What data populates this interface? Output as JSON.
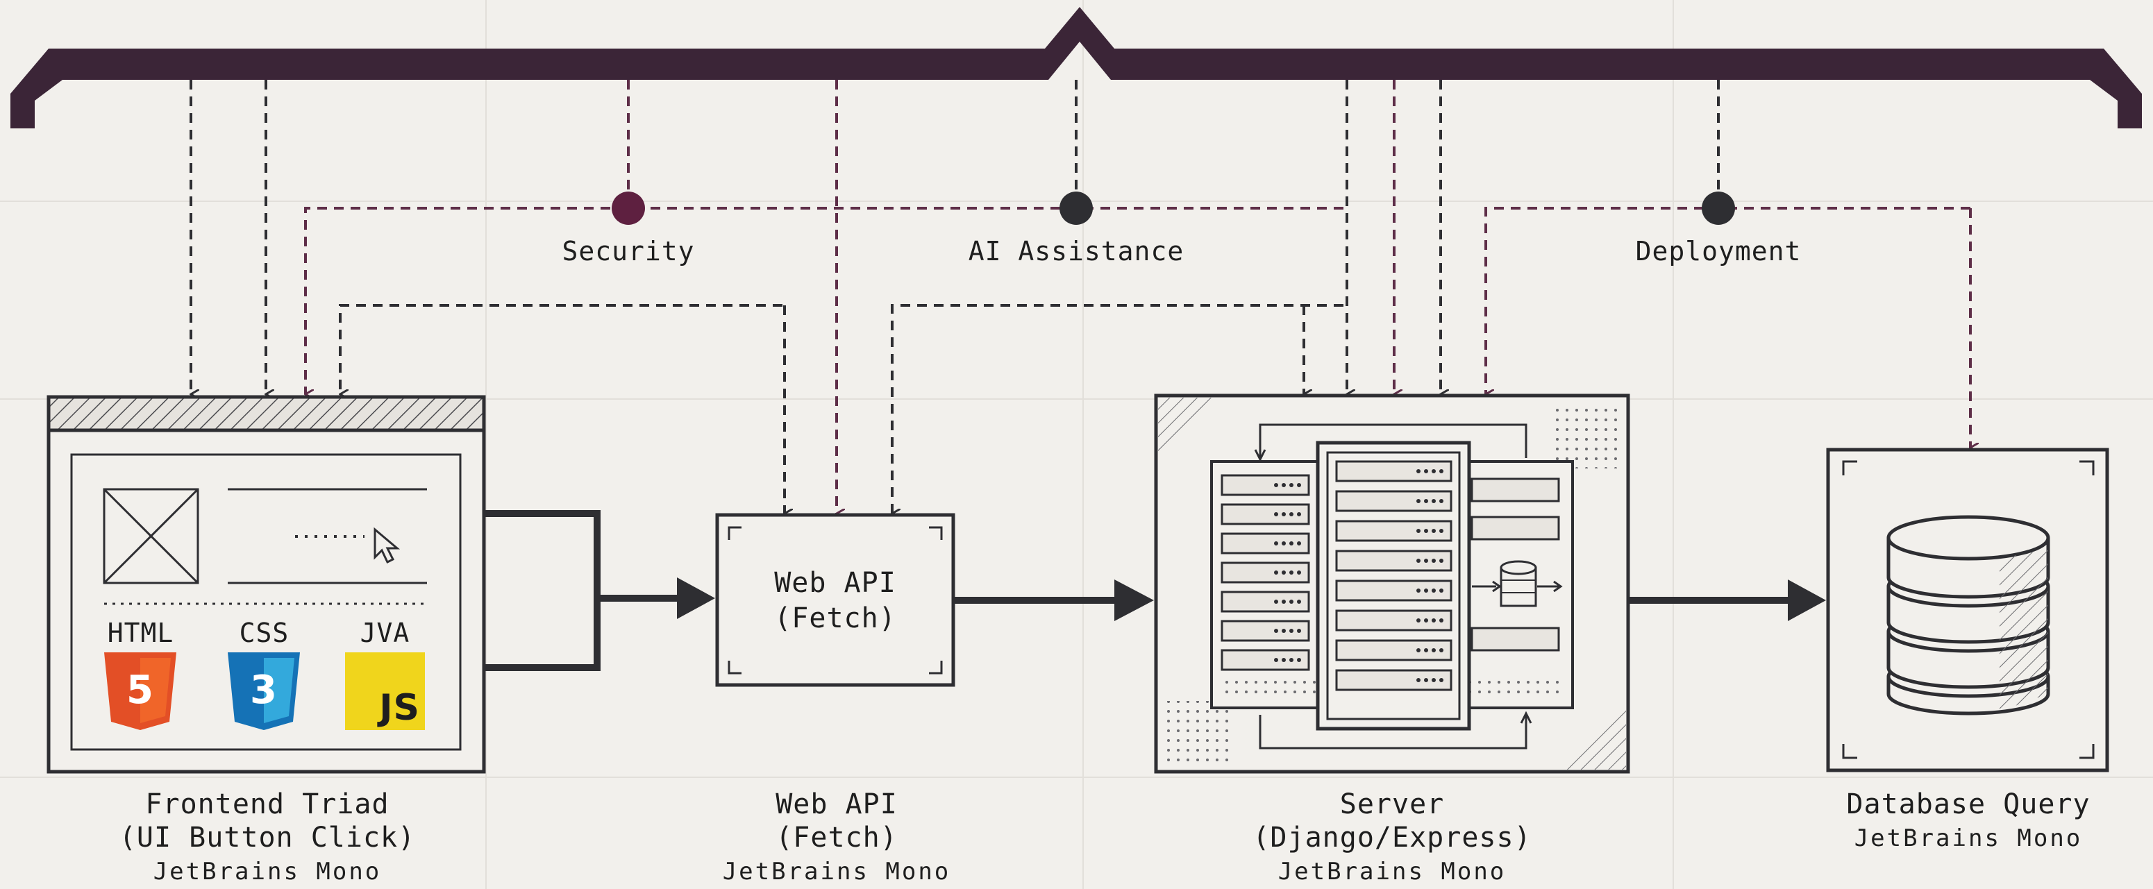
{
  "colors": {
    "background": "#f2f0ec",
    "ink": "#2e2e32",
    "plum": "#3b2537",
    "plum_arrow": "#5e2e48",
    "security_dot": "#5e2040",
    "html5": "#e34f26",
    "css3": "#1572b6",
    "js": "#f0d51c"
  },
  "features": {
    "security": "Security",
    "ai": "AI Assistance",
    "deployment": "Deployment"
  },
  "frontend": {
    "caption_line1": "Frontend Triad",
    "caption_line2": "(UI Button Click)",
    "font": "JetBrains Mono",
    "tech": {
      "html": "HTML",
      "css": "CSS",
      "js": "JVA",
      "js_badge": "JS",
      "html_badge": "5",
      "css_badge": "3"
    }
  },
  "webapi": {
    "box_line1": "Web API",
    "box_line2": "(Fetch)",
    "caption_line1": "Web API",
    "caption_line2": "(Fetch)",
    "font": "JetBrains Mono"
  },
  "server": {
    "caption_line1": "Server",
    "caption_line2": "(Django/Express)",
    "font": "JetBrains Mono"
  },
  "database": {
    "caption_line1": "Database Query",
    "font": "JetBrains Mono"
  }
}
